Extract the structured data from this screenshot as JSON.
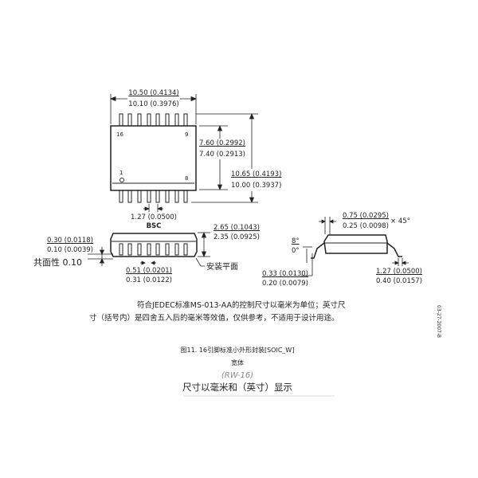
{
  "top_view": {
    "width_max": "10.50 (0.4134)",
    "width_min": "10.10 (0.3976)",
    "body_max": "7.60 (0.2992)",
    "body_min": "7.40 (0.2913)",
    "total_max": "10.65 (0.4193)",
    "total_min": "10.00 (0.3937)",
    "pin_16": "16",
    "pin_9": "9",
    "pin_1": "1",
    "pin_8": "8",
    "pitch": "1.27 (0.0500)",
    "pitch_note": "BSC"
  },
  "side_view": {
    "height_max": "2.65 (0.1043)",
    "height_min": "2.35 (0.0925)",
    "standoff_max": "0.30 (0.0118)",
    "standoff_min": "0.10 (0.0039)",
    "coplanarity": "共面性 0.10",
    "lead_width_max": "0.51 (0.0201)",
    "lead_width_min": "0.31 (0.0122)",
    "seating_plane": "安装平面"
  },
  "end_view": {
    "chamfer_max": "0.75 (0.0295)",
    "chamfer_min": "0.25 (0.0098)",
    "chamfer_angle": "× 45°",
    "angle_max": "8°",
    "angle_min": "0°",
    "lead_thk_max": "0.33 (0.0130)",
    "lead_thk_min": "0.20 (0.0079)",
    "foot_max": "1.27 (0.0500)",
    "foot_min": "0.40 (0.0157)"
  },
  "notes": {
    "line1": "符合JEDEC标准MS-013-AA的控制尺寸以毫米为单位；英寸尺",
    "line2": "寸（括号内）是四舍五入后的毫米等效值，仅供参考，不适用于设计用途。"
  },
  "caption": {
    "figure": "图11. 16引脚标准小外形封装[SOIC_W]",
    "subtitle": "宽体",
    "code": "(RW-16)",
    "units": "尺寸以毫米和（英寸）显示"
  },
  "side_code": "03-27-2007-B"
}
